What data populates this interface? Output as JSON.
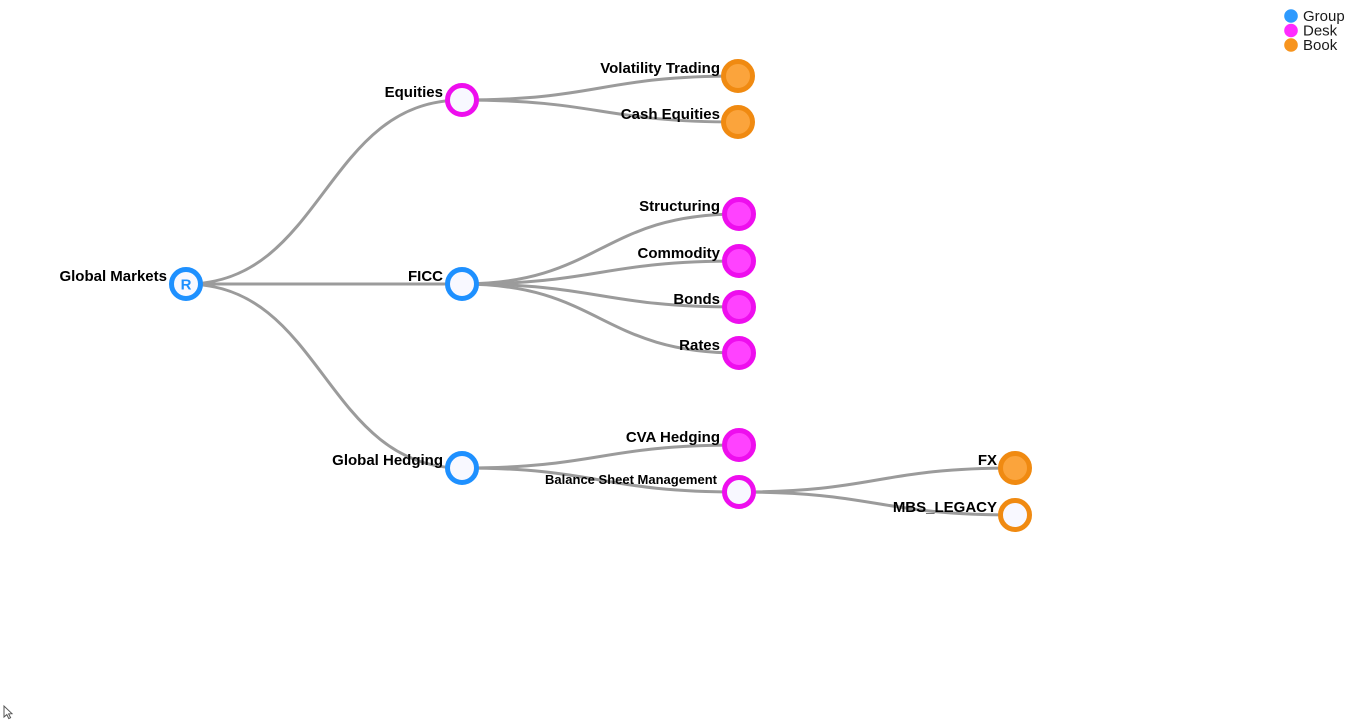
{
  "diagram": {
    "title": "organization-hierarchy-tree",
    "nodes": [
      {
        "label": "Global Markets",
        "type": "group",
        "badge": "R",
        "expanded": true,
        "parent": null
      },
      {
        "label": "Equities",
        "type": "desk",
        "expanded": true,
        "parent": "Global Markets"
      },
      {
        "label": "FICC",
        "type": "group",
        "expanded": true,
        "parent": "Global Markets"
      },
      {
        "label": "Global Hedging",
        "type": "group",
        "expanded": true,
        "parent": "Global Markets"
      },
      {
        "label": "Volatility Trading",
        "type": "book",
        "expanded": false,
        "parent": "Equities"
      },
      {
        "label": "Cash Equities",
        "type": "book",
        "expanded": false,
        "parent": "Equities"
      },
      {
        "label": "Structuring",
        "type": "desk",
        "expanded": false,
        "parent": "FICC"
      },
      {
        "label": "Commodity",
        "type": "desk",
        "expanded": false,
        "parent": "FICC"
      },
      {
        "label": "Bonds",
        "type": "desk",
        "expanded": false,
        "parent": "FICC"
      },
      {
        "label": "Rates",
        "type": "desk",
        "expanded": false,
        "parent": "FICC"
      },
      {
        "label": "CVA Hedging",
        "type": "desk",
        "expanded": false,
        "parent": "Global Hedging"
      },
      {
        "label": "Balance Sheet Management",
        "type": "desk",
        "expanded": true,
        "parent": "Global Hedging"
      },
      {
        "label": "FX",
        "type": "book",
        "expanded": false,
        "parent": "Balance Sheet Management"
      },
      {
        "label": "MBS_LEGACY",
        "type": "book",
        "expanded": true,
        "parent": "Balance Sheet Management"
      }
    ]
  },
  "legend": {
    "items": [
      {
        "label": "Group",
        "color": "#2e9afe"
      },
      {
        "label": "Desk",
        "color": "#ff2bff"
      },
      {
        "label": "Book",
        "color": "#f7941e"
      }
    ]
  },
  "colors": {
    "link": "#9b9b9b",
    "group_stroke": "#1e90ff",
    "desk_stroke": "#ee0eee",
    "desk_fill": "#ff42ff",
    "book_stroke": "#f08a11",
    "book_fill": "#fba43c",
    "open_fill": "#f8f8ff",
    "label": "#000000",
    "legend_text": "#1a1a1a"
  }
}
